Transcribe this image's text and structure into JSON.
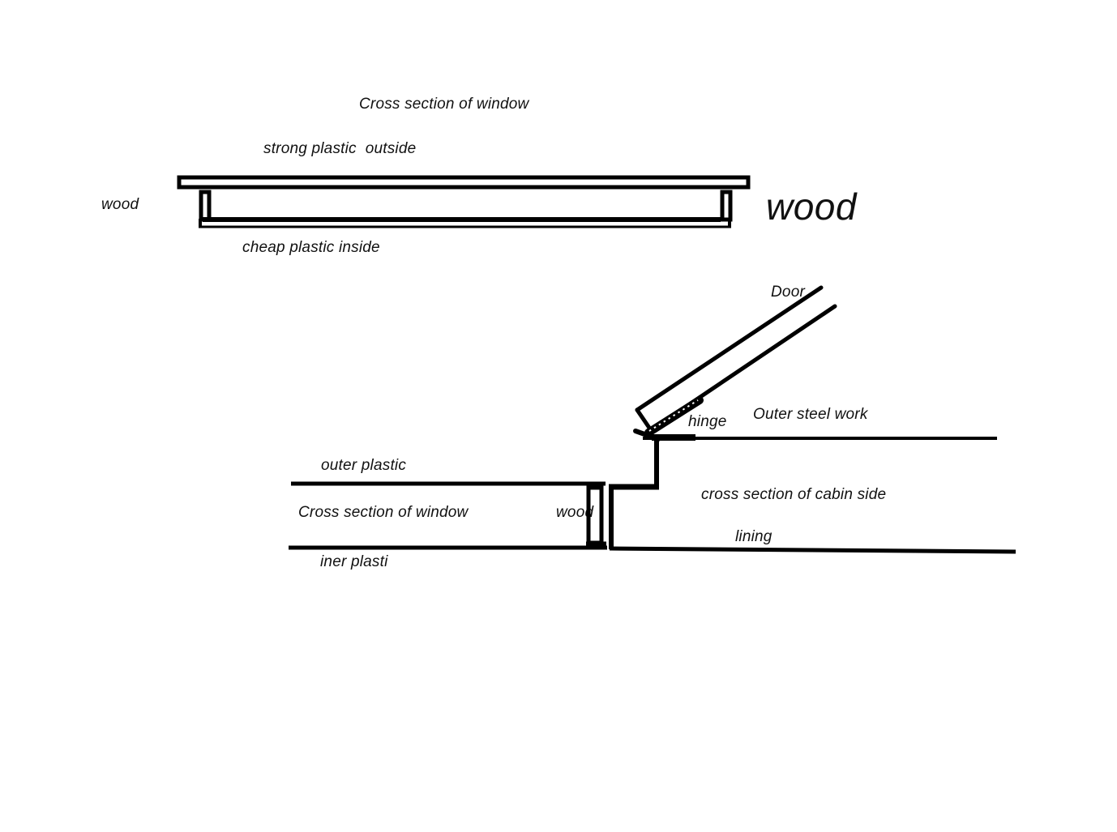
{
  "canvas": {
    "background_color": "#ffffff",
    "ink_color": "#000000"
  },
  "top_diagram": {
    "title": "Cross section of window",
    "outside_label": "strong plastic  outside",
    "wood_left_label": "wood",
    "wood_right_label": "wood",
    "inside_label": "cheap plastic inside"
  },
  "bottom_diagram": {
    "door_label": "Door",
    "hinge_label": "hinge",
    "outer_steel_label": "Outer steel work",
    "outer_plastic_label": "outer plastic",
    "window_title": "Cross section of window",
    "wood_label": "wood",
    "cabin_side_label": "cross section of cabin side",
    "lining_label": "lining",
    "inner_plastic_label": "iner plasti"
  }
}
